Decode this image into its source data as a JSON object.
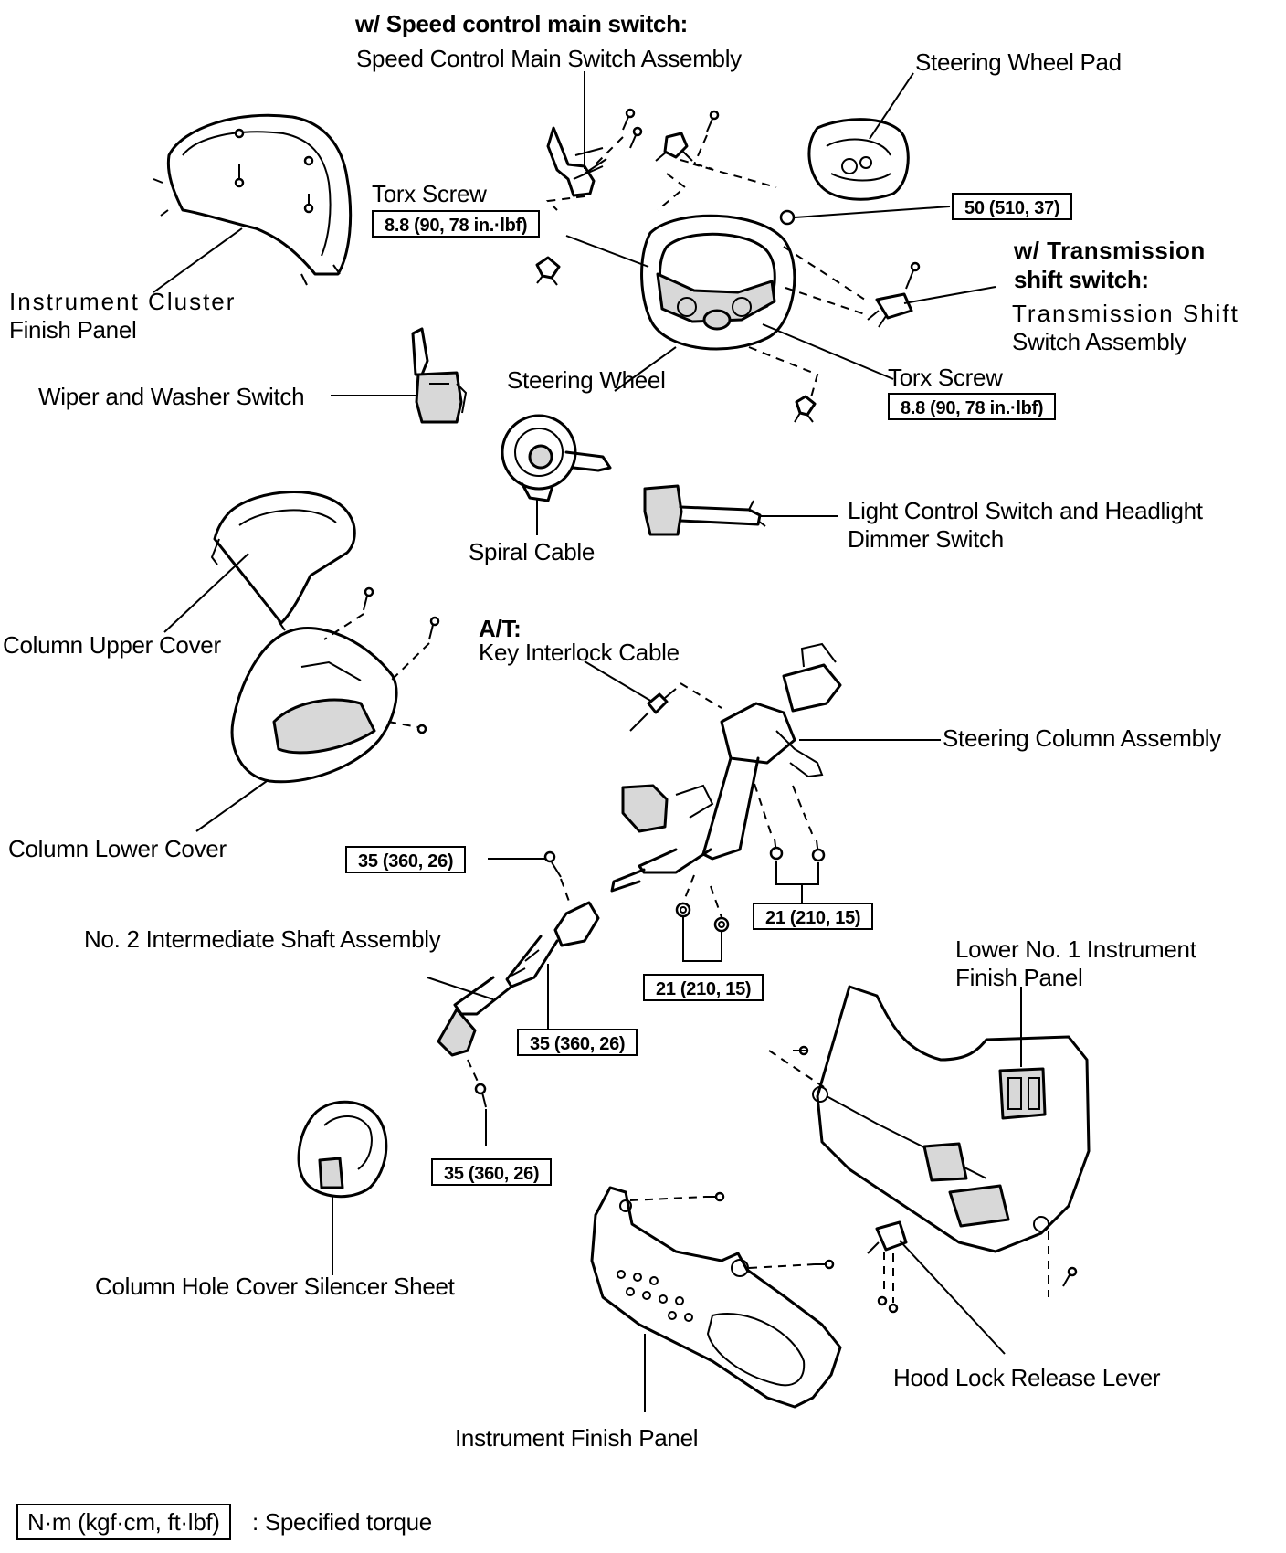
{
  "labels": {
    "speed_control_heading": "w/ Speed control main switch:",
    "speed_control_assembly": "Speed Control Main Switch Assembly",
    "steering_wheel_pad": "Steering Wheel Pad",
    "torx_screw_upper": "Torx Screw",
    "instrument_cluster_line1": "Instrument  Cluster",
    "instrument_cluster_line2": "Finish Panel",
    "transmission_heading_line1": "w/ Transmission",
    "transmission_heading_line2": "shift switch:",
    "transmission_assembly_line1": "Transmission  Shift",
    "transmission_assembly_line2": "Switch Assembly",
    "wiper_switch": "Wiper and Washer Switch",
    "steering_wheel": "Steering Wheel",
    "torx_screw_lower": "Torx Screw",
    "light_control_line1": "Light Control Switch and Headlight",
    "light_control_line2": "Dimmer Switch",
    "spiral_cable": "Spiral Cable",
    "column_upper_cover": "Column Upper Cover",
    "at_heading": "A/T:",
    "key_interlock_cable": "Key Interlock Cable",
    "steering_column_assembly": "Steering Column Assembly",
    "column_lower_cover": "Column Lower Cover",
    "intermediate_shaft": "No. 2 Intermediate Shaft Assembly",
    "lower_panel_line1": "Lower No. 1 Instrument",
    "lower_panel_line2": "Finish Panel",
    "silencer_sheet": "Column Hole Cover Silencer Sheet",
    "hood_lock_lever": "Hood Lock Release Lever",
    "instrument_finish_panel": "Instrument Finish Panel"
  },
  "torques": {
    "torx_upper": "8.8 (90, 78 in.·lbf)",
    "pad_nut": "50 (510, 37)",
    "torx_lower": "8.8 (90, 78 in.·lbf)",
    "shaft_upper": "35 (360, 26)",
    "column_bolts": "21 (210, 15)",
    "column_nuts": "21 (210, 15)",
    "shaft_middle": "35 (360, 26)",
    "shaft_lower": "35 (360, 26)"
  },
  "legend": {
    "units": "N·m (kgf·cm, ft·lbf)",
    "meaning": ": Specified torque"
  }
}
